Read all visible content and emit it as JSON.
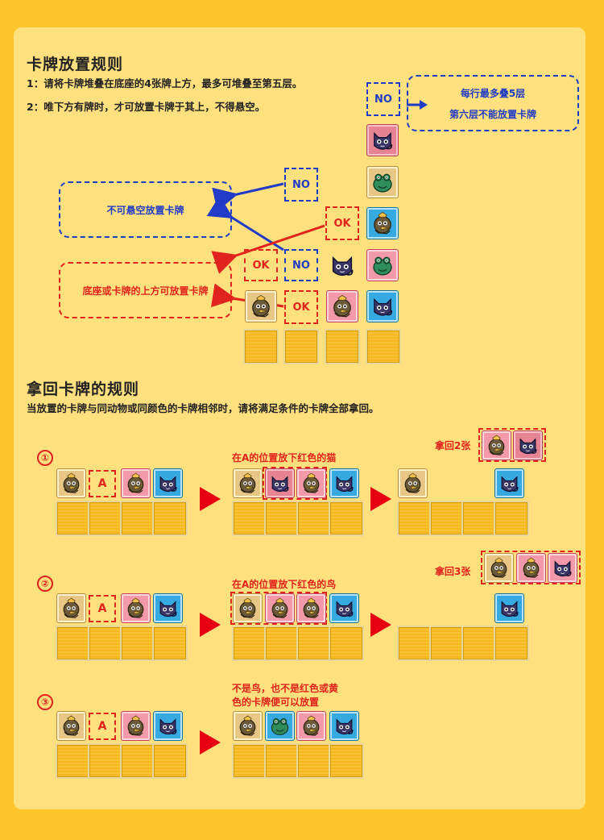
{
  "section1": {
    "title": "卡牌放置规则",
    "rule1": "1：请将卡牌堆叠在底座的4张牌上方，最多可堆叠至第五层。",
    "rule2": "2：唯下方有牌时，才可放置卡牌于其上，不得悬空。"
  },
  "labels": {
    "no": "NO",
    "ok": "OK",
    "a": "A"
  },
  "callouts": {
    "max_layers_line1": "每行最多叠5层",
    "max_layers_line2": "第六层不能放置卡牌",
    "no_floating": "不可悬空放置卡牌",
    "above_base": "底座或卡牌的上方可放置卡牌"
  },
  "section2": {
    "title": "拿回卡牌的规则",
    "subtitle": "当放置的卡牌与同动物或同颜色的卡牌相邻时，请将满足条件的卡牌全部拿回。"
  },
  "examples": [
    {
      "num": "①",
      "note": "在A的位置放下红色的猫",
      "take": "拿回2张"
    },
    {
      "num": "②",
      "note": "在A的位置放下红色的鸟",
      "take": "拿回3张"
    },
    {
      "num": "③",
      "note_line1": "不是鸟，也不是红色或黄",
      "note_line2": "色的卡牌便可以放置"
    }
  ],
  "colors": {
    "blue_accent": "#1f3bc7",
    "red_accent": "#e0231c",
    "arrow_red": "#e60012",
    "background": "#fec62b",
    "panel": "#ffe07e"
  },
  "icons": [
    "bird-icon",
    "cat-icon",
    "frog-icon"
  ]
}
